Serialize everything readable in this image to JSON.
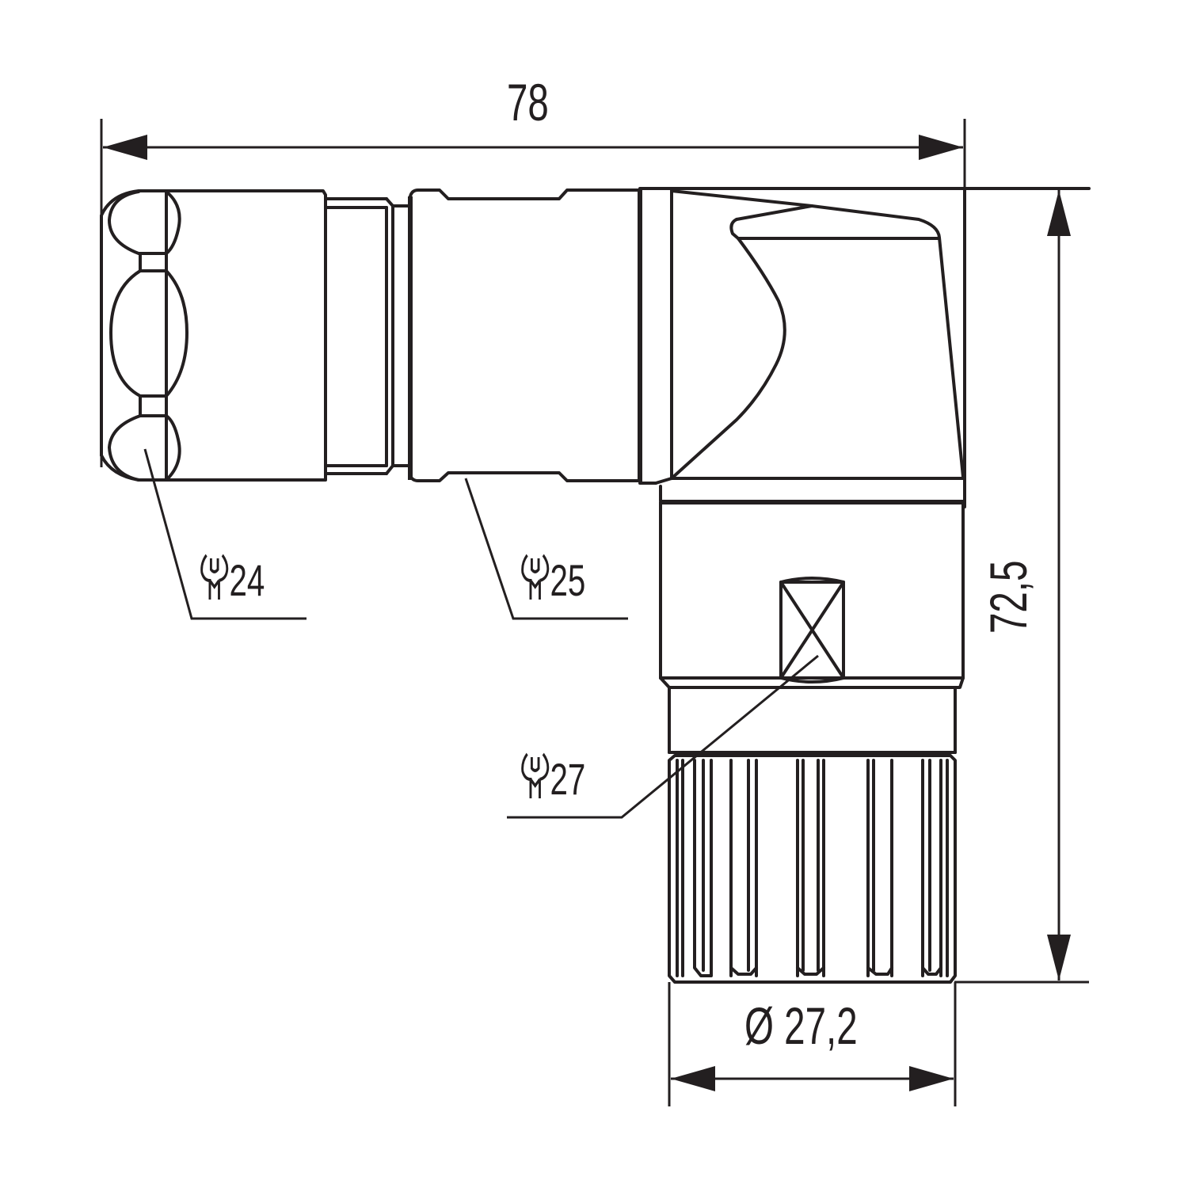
{
  "drawing": {
    "subject": "Angled connector technical drawing",
    "line_color": "#231f20",
    "background": "#ffffff"
  },
  "dimensions": {
    "overall_width": "78",
    "overall_height": "72,5",
    "knurled_nut_diameter": "Ø 27,2"
  },
  "wrench_sizes": [
    {
      "icon": "wrench-icon",
      "value": "24"
    },
    {
      "icon": "wrench-icon",
      "value": "25"
    },
    {
      "icon": "wrench-icon",
      "value": "27"
    }
  ]
}
